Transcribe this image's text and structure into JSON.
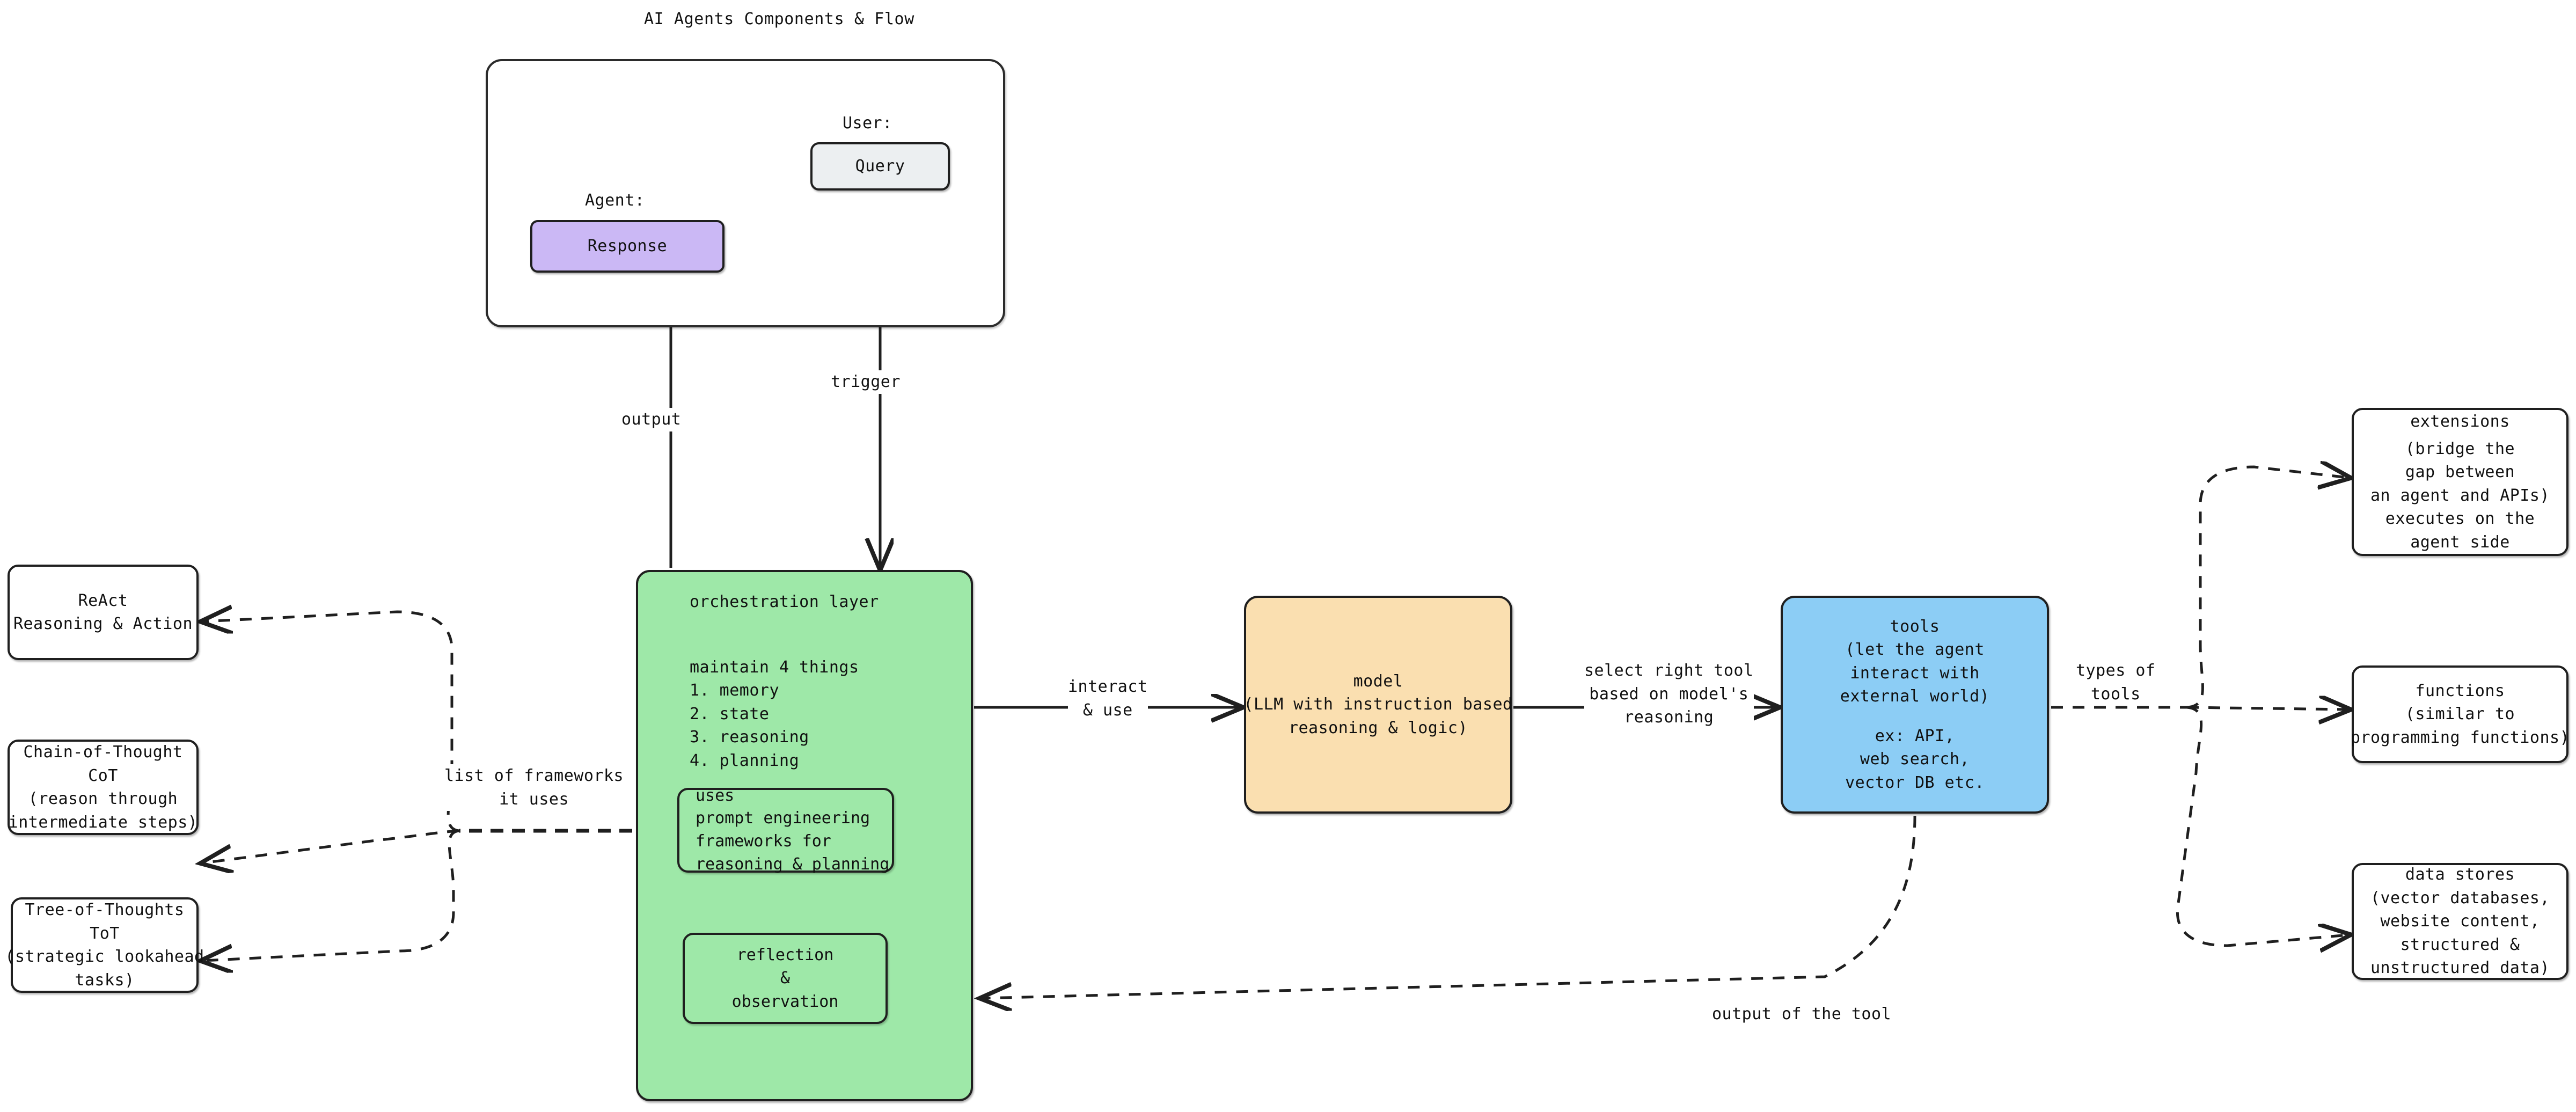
{
  "title": "AI Agents Components & Flow",
  "frame": {
    "user_caption": "User:",
    "agent_caption": "Agent:"
  },
  "nodes": {
    "query": {
      "label": "Query"
    },
    "response": {
      "label": "Response"
    },
    "orchestration": {
      "heading": "orchestration layer",
      "list_title": "maintain 4 things",
      "items": [
        "1. memory",
        "2. state",
        "3. reasoning",
        "4. planning"
      ]
    },
    "uses": {
      "lines": [
        "uses",
        "prompt engineering",
        "frameworks for",
        "reasoning & planning"
      ]
    },
    "reflection": {
      "lines": [
        "reflection",
        "&",
        "observation"
      ]
    },
    "model": {
      "lines": [
        "model",
        "(LLM with instruction based",
        "reasoning & logic)"
      ]
    },
    "tools": {
      "lines": [
        "tools",
        "(let the agent",
        "interact with",
        "external world)",
        "",
        "ex: API,",
        "web search,",
        "vector DB etc."
      ]
    },
    "react": {
      "lines": [
        "ReAct",
        "Reasoning & Action"
      ]
    },
    "cot": {
      "lines": [
        "Chain-of-Thought",
        "CoT",
        "(reason through",
        "intermediate steps)"
      ]
    },
    "tot": {
      "lines": [
        "Tree-of-Thoughts",
        "ToT",
        "(strategic lookahead",
        "tasks)"
      ]
    },
    "extensions": {
      "lines": [
        "extensions",
        "",
        "(bridge the",
        "gap between",
        "an agent and APIs)",
        "executes on the",
        "agent side"
      ]
    },
    "functions": {
      "lines": [
        "functions",
        "(similar to",
        "programming functions)"
      ]
    },
    "datastores": {
      "lines": [
        "data stores",
        "(vector databases,",
        "website content,",
        "structured &",
        "unstructured data)"
      ]
    }
  },
  "edge_labels": {
    "output": "output",
    "trigger": "trigger",
    "interact_use": "interact\n& use",
    "select_right_tool": "select right tool\nbased on model's\nreasoning",
    "types_of_tools": "types of\ntools",
    "output_of_the_tool": "output of the tool",
    "list_of_frameworks": "list of frameworks\nit uses"
  },
  "colors": {
    "orchestration_fill": "#9ee8a8",
    "model_fill": "#fadfb0",
    "tools_fill": "#8ccdf5",
    "response_fill": "#cbb8f5",
    "query_fill": "#eceff1",
    "stroke": "#1f1f1f",
    "background": "#ffffff"
  }
}
